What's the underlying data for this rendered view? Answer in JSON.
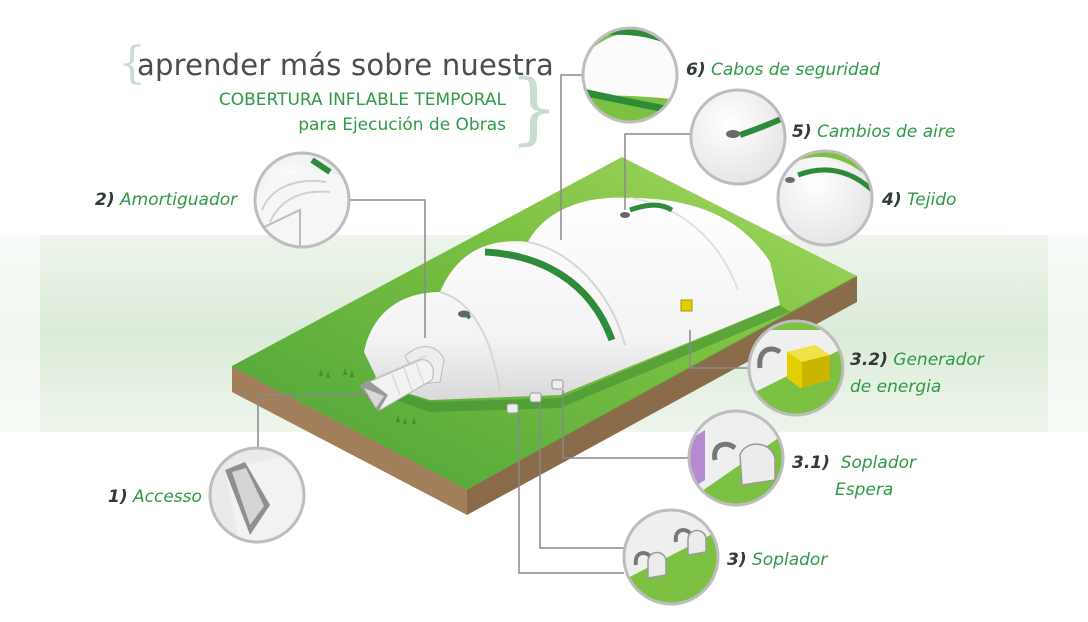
{
  "title": {
    "line1": "aprender más sobre nuestra",
    "line2": "COBERTURA INFLABLE TEMPORAL",
    "line3": "para Ejecución de Obras"
  },
  "callouts": [
    {
      "id": "accesso",
      "num": "1)",
      "label": "Accesso"
    },
    {
      "id": "amortiguador",
      "num": "2)",
      "label": "Amortiguador"
    },
    {
      "id": "soplador",
      "num": "3)",
      "label": "Soplador"
    },
    {
      "id": "soplador-espera",
      "num": "3.1)",
      "label": "Soplador",
      "label2": "Espera"
    },
    {
      "id": "generador",
      "num": "3.2)",
      "label": "Generador",
      "label2": "de energia"
    },
    {
      "id": "tejido",
      "num": "4)",
      "label": "Tejido"
    },
    {
      "id": "cambios",
      "num": "5)",
      "label": "Cambios de aire"
    },
    {
      "id": "cabos",
      "num": "6)",
      "label": "Cabos de seguridad"
    }
  ],
  "colors": {
    "grass": "#7cc142",
    "grass_light": "#a8d86a",
    "band": "#e3efe2",
    "soil": "#a07f5c",
    "strap": "#2e8b3a",
    "text_green": "#2e9a45",
    "text_dark": "#2f3b34",
    "generator": "#e3cf00"
  }
}
